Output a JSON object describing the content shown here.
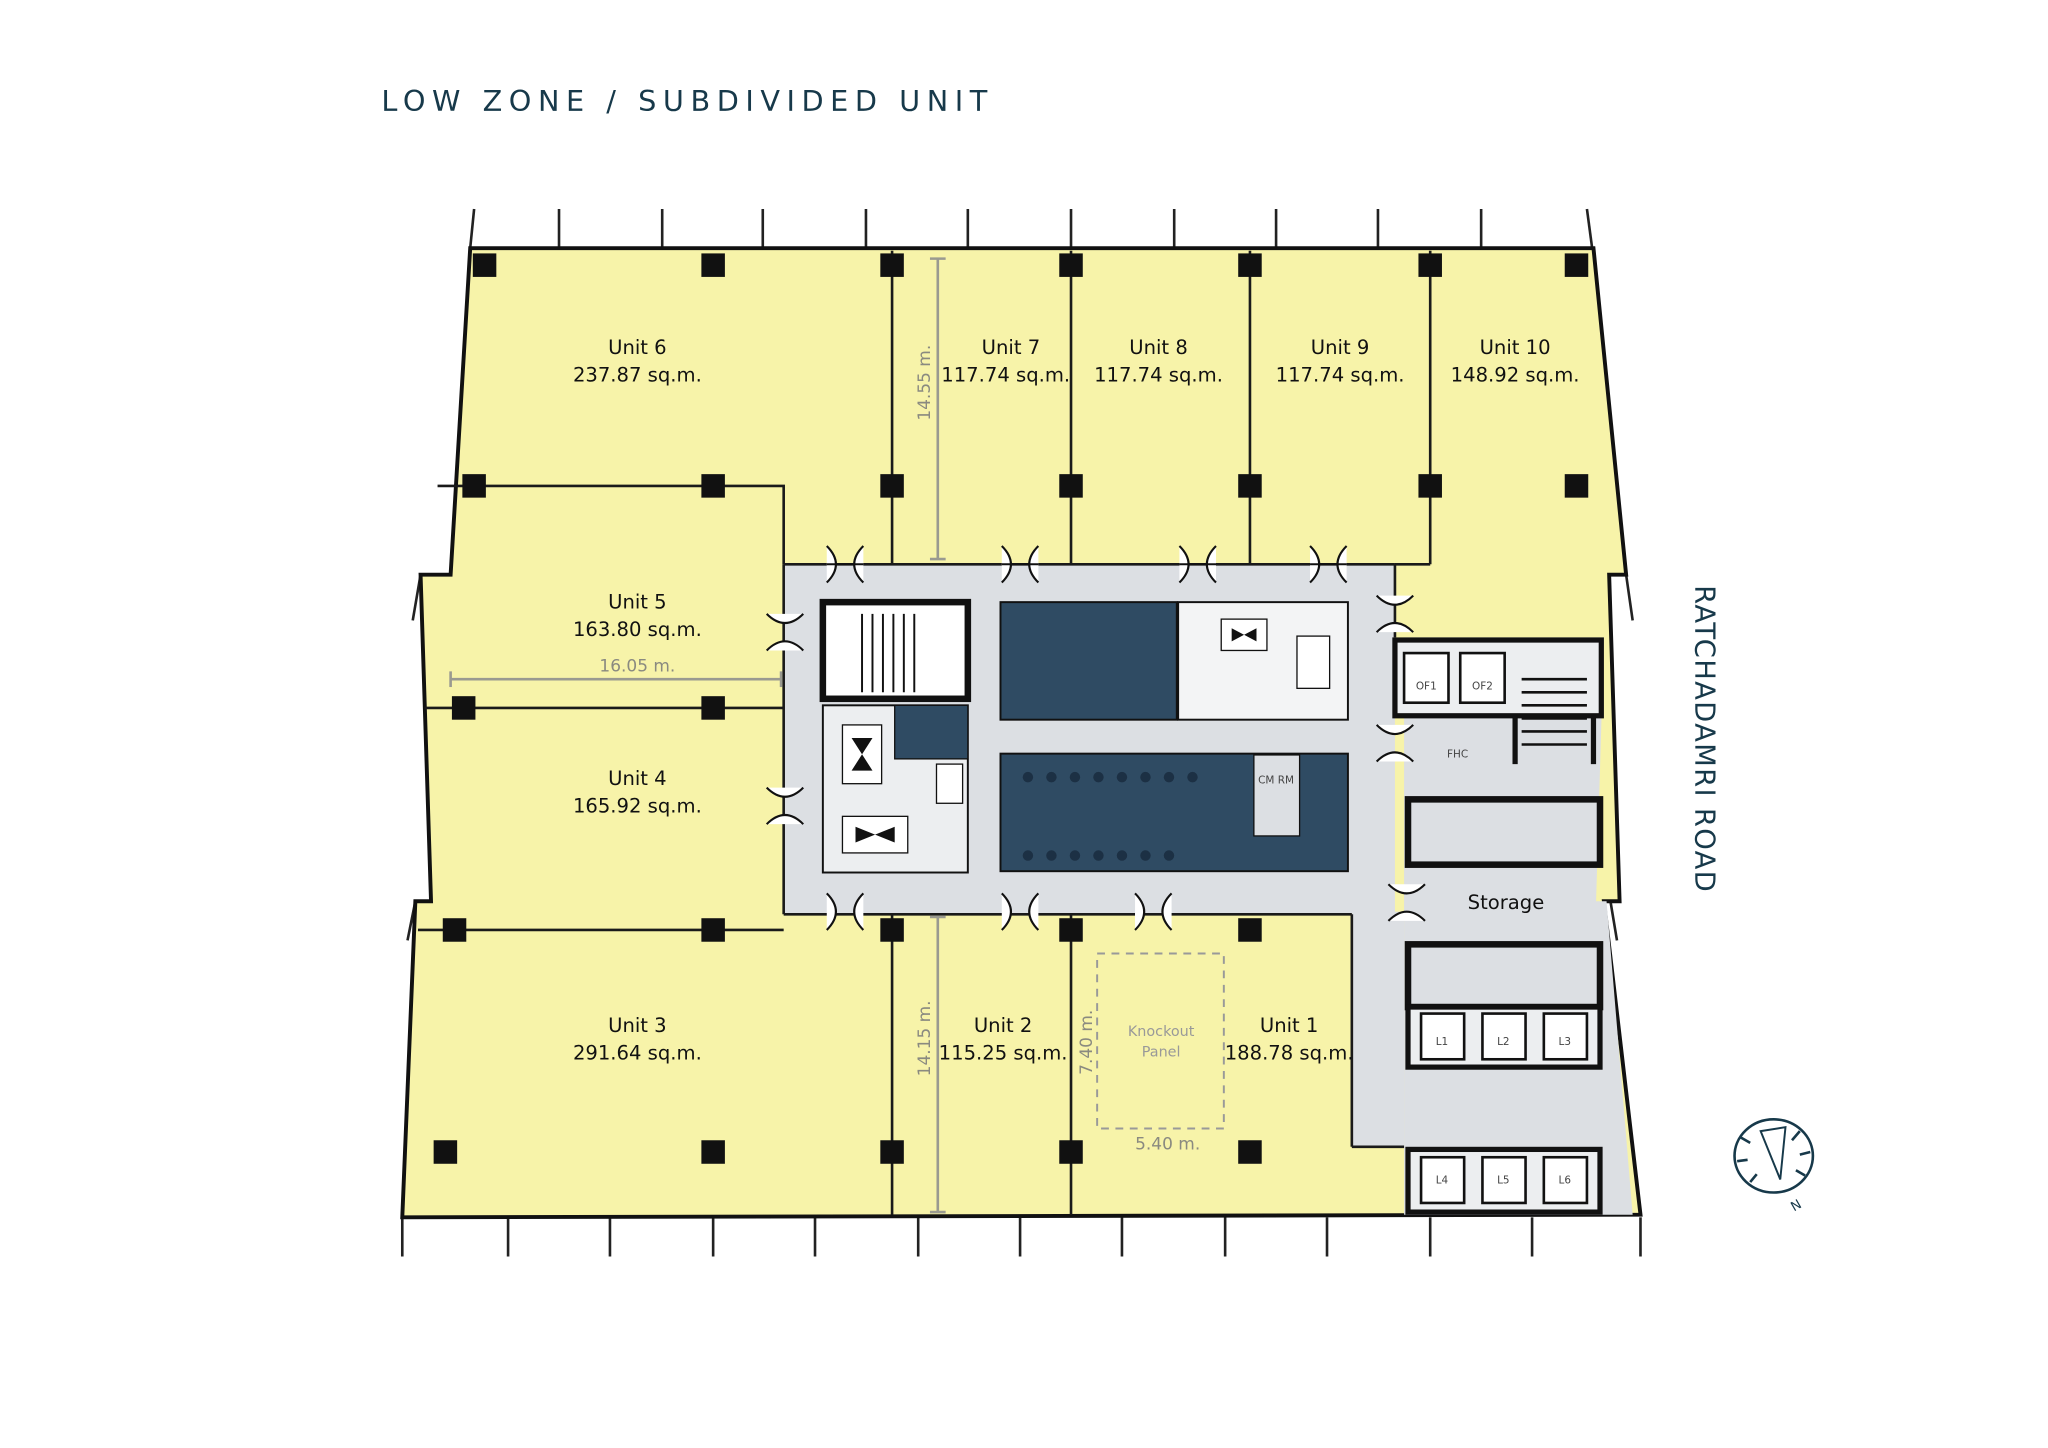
{
  "title": "LOW ZONE / SUBDIVIDED UNIT",
  "road_label": "RATCHADAMRI ROAD",
  "units": [
    {
      "name": "Unit 1",
      "area": "188.78 sq.m."
    },
    {
      "name": "Unit 2",
      "area": "115.25 sq.m."
    },
    {
      "name": "Unit 3",
      "area": "291.64 sq.m."
    },
    {
      "name": "Unit 4",
      "area": "165.92 sq.m."
    },
    {
      "name": "Unit 5",
      "area": "163.80 sq.m."
    },
    {
      "name": "Unit 6",
      "area": "237.87 sq.m."
    },
    {
      "name": "Unit 7",
      "area": "117.74 sq.m."
    },
    {
      "name": "Unit 8",
      "area": "117.74 sq.m."
    },
    {
      "name": "Unit 9",
      "area": "117.74 sq.m."
    },
    {
      "name": "Unit 10",
      "area": "148.92 sq.m."
    }
  ],
  "dimensions": {
    "top_depth": "14.55 m.",
    "left_width": "16.05 m.",
    "bottom_depth": "14.15 m.",
    "knockout_height": "7.40 m.",
    "knockout_width": "5.40 m."
  },
  "knockout_panel": {
    "line1": "Knockout",
    "line2": "Panel"
  },
  "storage_label": "Storage",
  "lifts": {
    "service": [
      "OF1",
      "OF2"
    ],
    "passenger": [
      "L1",
      "L2",
      "L3",
      "L4",
      "L5",
      "L6"
    ]
  },
  "core_labels": {
    "fhc": "FHC",
    "cm_room": "CM RM"
  },
  "compass": {
    "north_label": "N"
  },
  "colors": {
    "unit_fill": "#f7f3a9",
    "core_fill": "#dcdfe3",
    "wet_core": "#2f4b63",
    "title": "#17394a"
  }
}
